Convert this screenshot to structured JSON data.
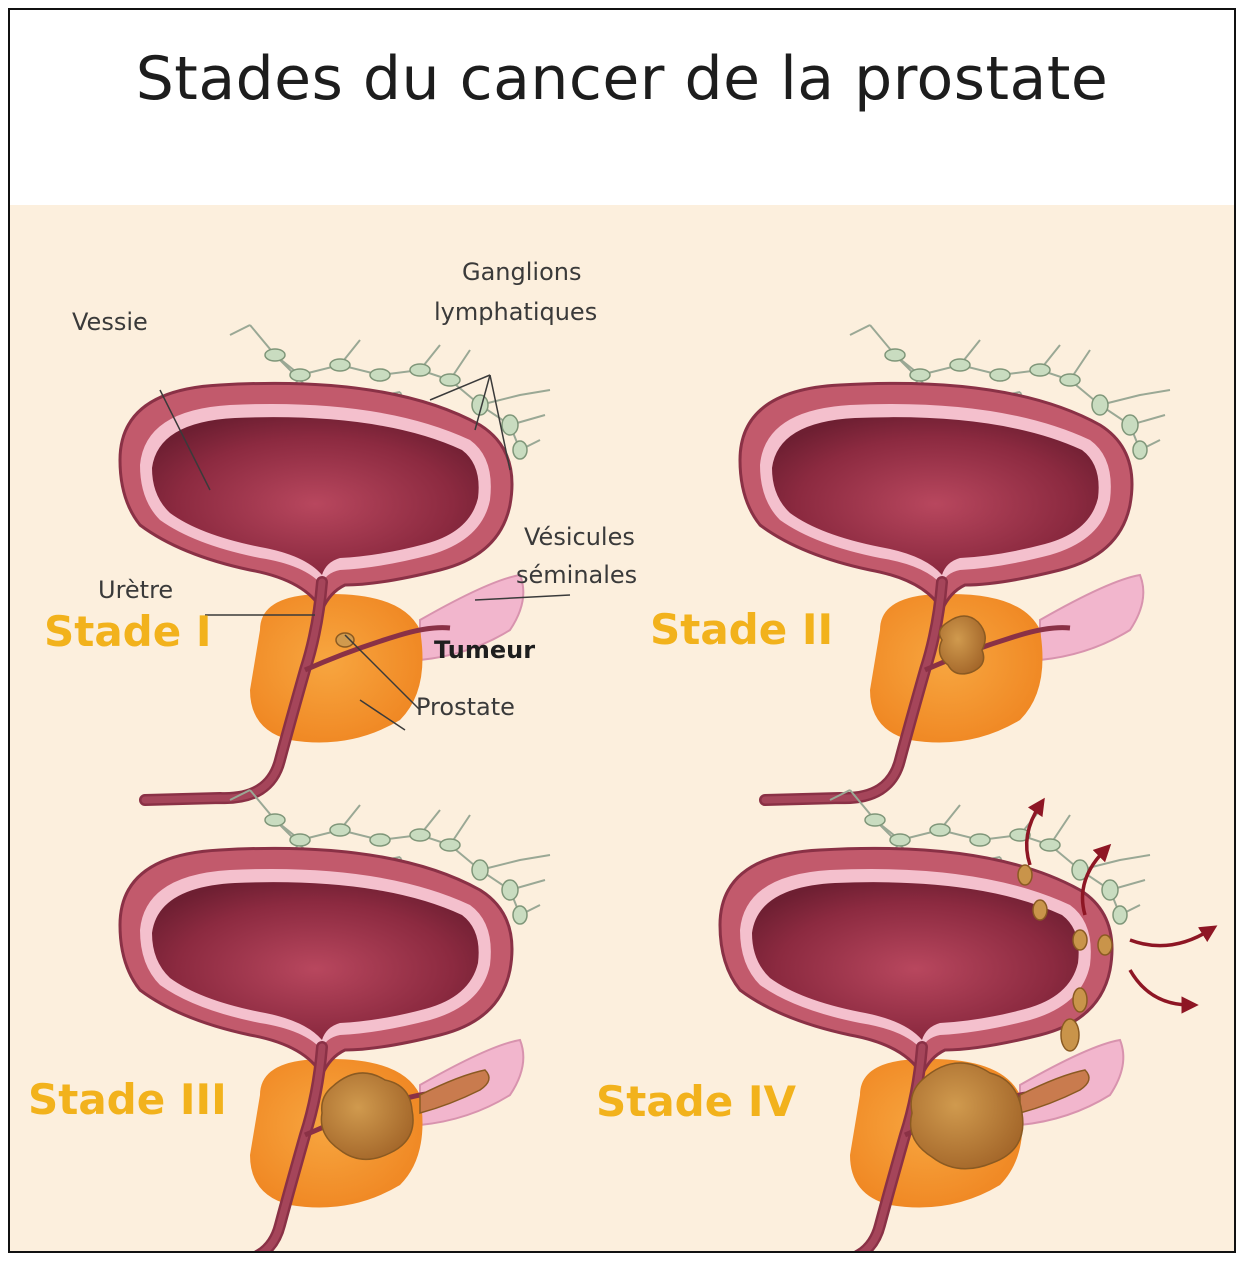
{
  "title": "Stades du cancer de la prostate",
  "labels": {
    "vessie": "Vessie",
    "ganglions_1": "Ganglions",
    "ganglions_2": "lymphatiques",
    "vesicules_1": "Vésicules",
    "vesicules_2": "séminales",
    "uretre": "Urètre",
    "tumeur": "Tumeur",
    "prostate": "Prostate"
  },
  "stages": [
    {
      "label": "Stade I"
    },
    {
      "label": "Stade II"
    },
    {
      "label": "Stade III"
    },
    {
      "label": "Stade IV"
    }
  ],
  "colors": {
    "background": "#fcefdd",
    "bladder_outer": "#c25a6c",
    "bladder_inner": "#8c2a40",
    "prostate": "#f3922a",
    "tumor": "#b9782f",
    "stage_label": "#f2b21c",
    "metastasis_arrow": "#8e1624",
    "lymph_node": "#c9dcc0"
  }
}
